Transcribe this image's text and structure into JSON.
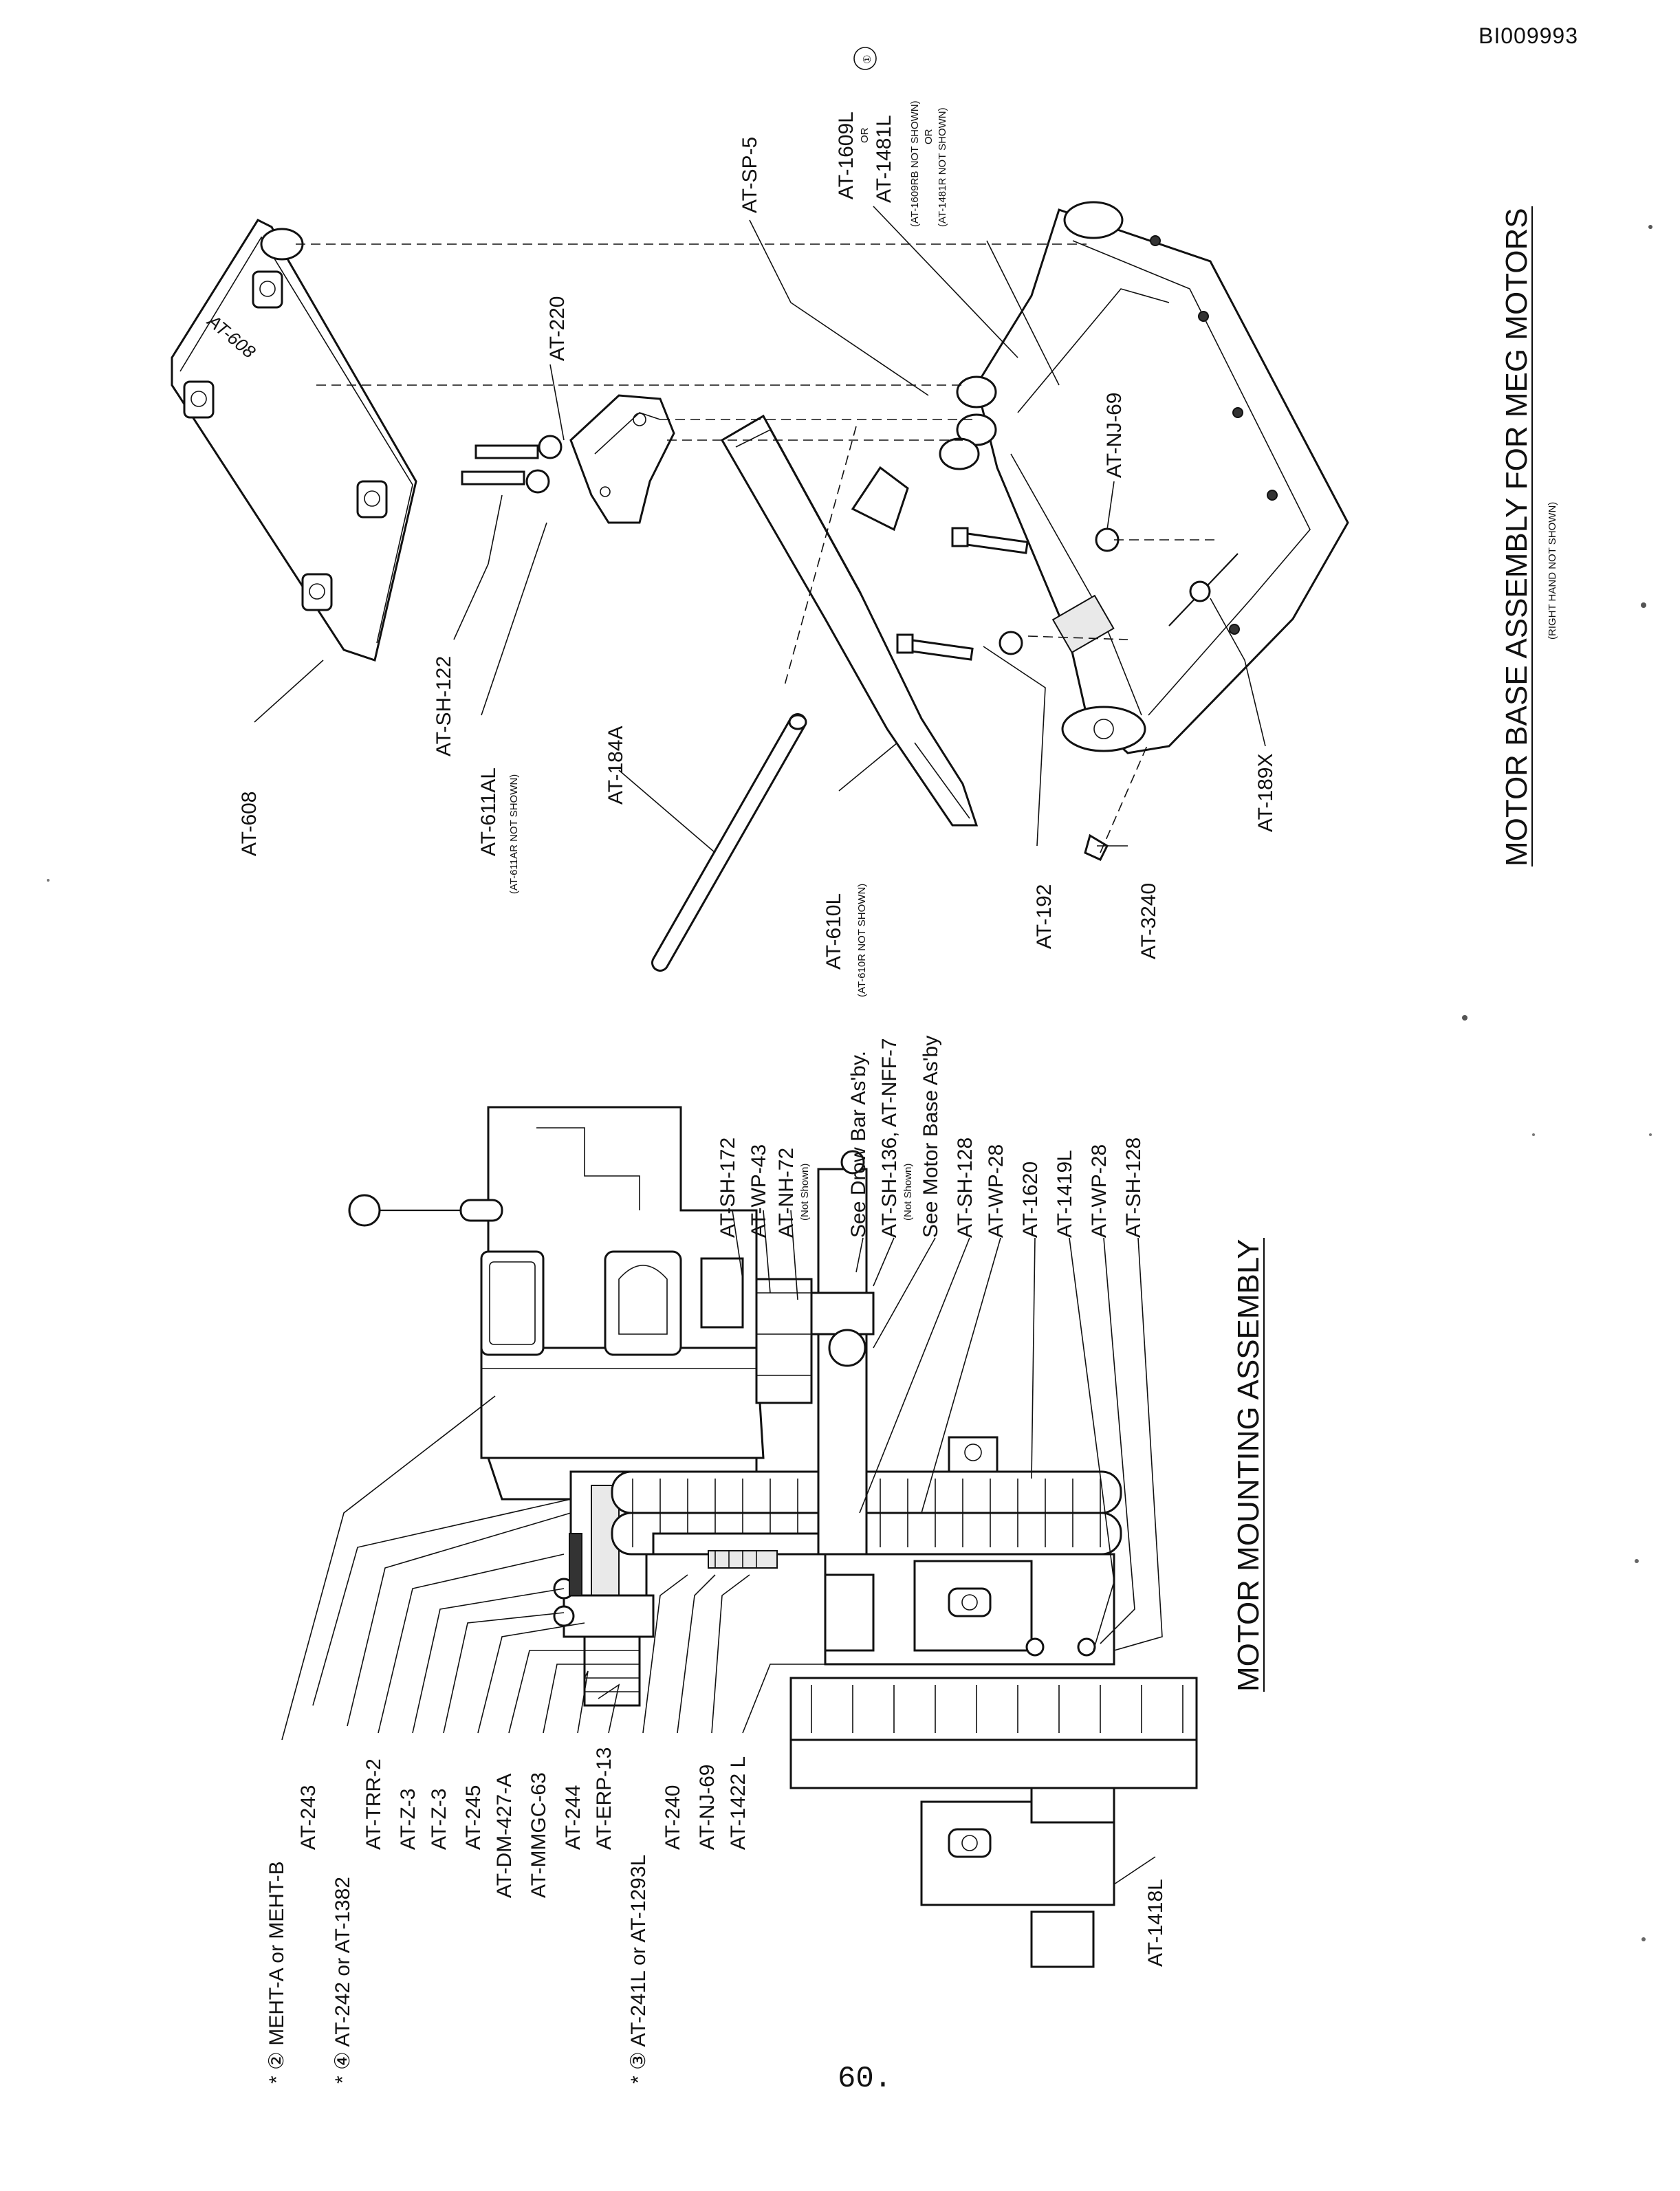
{
  "document_id": "BI009993",
  "page_number": "60.",
  "motor_mounting": {
    "title": "MOTOR MOUNTING ASSEMBLY",
    "left_labels": [
      {
        "prefix": "* ② ",
        "text": "MEHT-A or MEHT-B"
      },
      {
        "prefix": "",
        "text": "AT-243"
      },
      {
        "prefix": "* ④ ",
        "text": "AT-242 or AT-1382"
      },
      {
        "prefix": "",
        "text": "AT-TRR-2"
      },
      {
        "prefix": "",
        "text": "AT-Z-3"
      },
      {
        "prefix": "",
        "text": "AT-Z-3"
      },
      {
        "prefix": "",
        "text": "AT-245"
      },
      {
        "prefix": "",
        "text": "AT-DM-427-A"
      },
      {
        "prefix": "",
        "text": "AT-MMGC-63"
      },
      {
        "prefix": "",
        "text": "AT-244"
      },
      {
        "prefix": "",
        "text": "AT-ERP-13"
      },
      {
        "prefix": "* ③ ",
        "text": "AT-241L or AT-1293L"
      },
      {
        "prefix": "",
        "text": "AT-240"
      },
      {
        "prefix": "",
        "text": "AT-NJ-69"
      },
      {
        "prefix": "",
        "text": "AT-1422 L"
      }
    ],
    "right_labels": [
      {
        "text": "AT-SH-172",
        "note": ""
      },
      {
        "text": "AT-WP-43",
        "note": ""
      },
      {
        "text": "AT-NH-72",
        "note": "(Not Shown)"
      },
      {
        "text": "See Drow Bar As'by.",
        "note": ""
      },
      {
        "text": "AT-SH-136, AT-NFF-7",
        "note": "(Not Shown)"
      },
      {
        "text": "See Motor Base As'by",
        "note": ""
      },
      {
        "text": "AT-SH-128",
        "note": ""
      },
      {
        "text": "AT-WP-28",
        "note": ""
      },
      {
        "text": "AT-1620",
        "note": ""
      },
      {
        "text": "AT-1419L",
        "note": ""
      },
      {
        "text": "AT-WP-28",
        "note": ""
      },
      {
        "text": "AT-SH-128",
        "note": ""
      }
    ],
    "bottom_label": "AT-1418L"
  },
  "motor_base": {
    "title": "MOTOR BASE ASSEMBLY FOR MEG MOTORS",
    "subtitle": "(RIGHT HAND NOT SHOWN)",
    "labels": {
      "at608": "AT-608",
      "atsh122": "AT-SH-122",
      "at611al": "AT-611AL",
      "at611al_note": "(AT-611AR NOT SHOWN)",
      "at184a": "AT-184A",
      "at610l": "AT-610L",
      "at610l_note": "(AT-610R NOT SHOWN)",
      "at192": "AT-192",
      "at3240": "AT-3240",
      "at189x": "AT-189X",
      "atnj69": "AT-NJ-69",
      "at220": "AT-220",
      "atsp5": "AT-SP-5",
      "at1609l": "AT-1609L",
      "or1": "OR",
      "at1481l": "AT-1481L",
      "note1": "(AT-1609RB NOT SHOWN)",
      "or2": "OR",
      "note2": "(AT-1481R NOT SHOWN)",
      "circle_mark": "①"
    }
  }
}
